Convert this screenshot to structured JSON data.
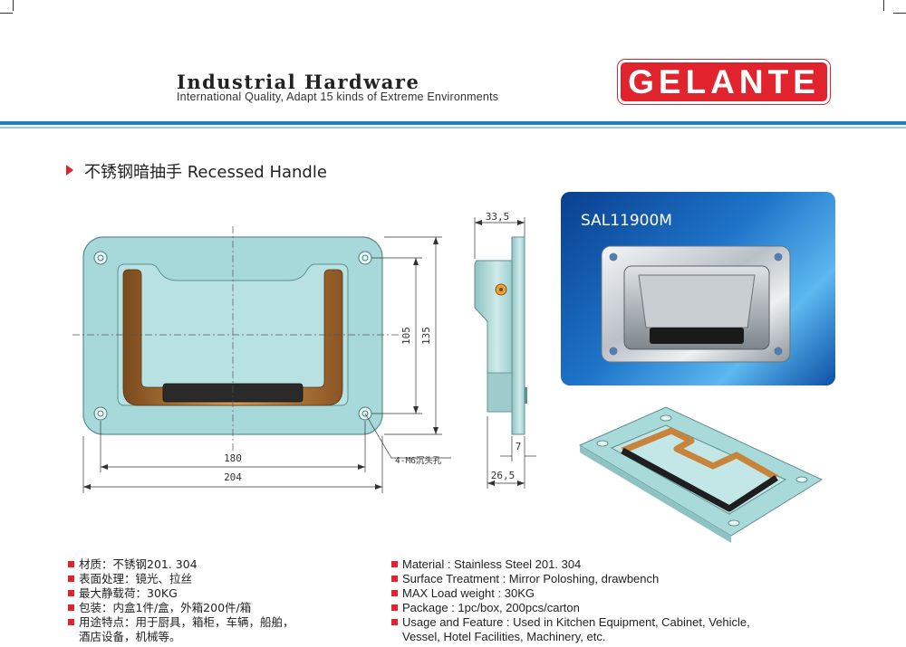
{
  "header": {
    "brand_title": "Industrial Hardware",
    "tagline": "International Quality, Adapt 15 kinds of Extreme Environments",
    "logo_text": "GELANTE",
    "accent_color": "#e0232d",
    "rule_color": "#1f7fc2"
  },
  "section": {
    "title": "不锈钢暗抽手 Recessed Handle"
  },
  "drawing": {
    "front": {
      "dim_180": "180",
      "dim_204": "204",
      "dim_105": "105",
      "dim_135": "135",
      "hole_note": "4-M6沉头孔"
    },
    "side": {
      "dim_33_5": "33,5",
      "dim_7": "7",
      "dim_26_5": "26,5"
    }
  },
  "product": {
    "model": "SAL11900M"
  },
  "specs_cn": [
    "材质：不锈钢201. 304",
    "表面处理：镜光、拉丝",
    "最大静载荷：30KG",
    "包装：内盒1件/盒，外箱200件/箱",
    "用途特点：用于厨具，箱柜，车辆，船舶，",
    "酒店设备，机械等。"
  ],
  "specs_en": [
    "Material : Stainless Steel 201. 304",
    "Surface Treatment : Mirror Poloshing, drawbench",
    "MAX Load weight : 30KG",
    "Package : 1pc/box,  200pcs/carton",
    "Usage and Feature : Used in Kitchen Equipment, Cabinet, Vehicle,",
    "Vessel, Hotel Facilities, Machinery, etc."
  ]
}
